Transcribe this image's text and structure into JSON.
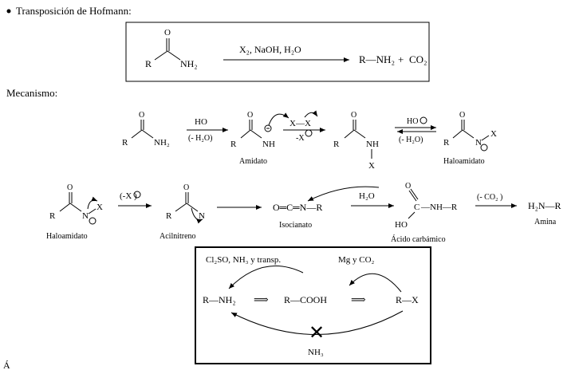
{
  "title": "Transposición de Hofmann:",
  "reaction": {
    "reagents": "X₂, NaOH, H₂O",
    "product_amine": "R—NH₂",
    "plus": "+",
    "product_co2": "CO₂",
    "amide_O": "O",
    "amide_R": "R",
    "amide_NH2": "NH₂"
  },
  "mechanism_label": "Mecanismo:",
  "row1": {
    "s1_O": "O",
    "s1_R": "R",
    "s1_N": "NH₂",
    "step1_top": "HO",
    "step1_bottom": "(- H₂O)",
    "s2_O": "O",
    "s2_R": "R",
    "s2_N": "NH",
    "s2_label": "Amidato",
    "halogen": "X—X",
    "step2_bottom": "-X",
    "s3_O": "O",
    "s3_R": "R",
    "s3_N": "NH",
    "s3_X": "X",
    "step3_top": "HO",
    "step3_bottom": "(- H₂O)",
    "s4_O": "O",
    "s4_R": "R",
    "s4_N": "N",
    "s4_X": "X",
    "s4_label": "Haloamidato"
  },
  "row2": {
    "s5_O": "O",
    "s5_R": "R",
    "s5_N": "N",
    "s5_X": "X",
    "s5_label": "Haloamidato",
    "step5_top": "(-X )",
    "s6_O": "O",
    "s6_R": "R",
    "s6_N": "N",
    "s6_label": "Acilnitreno",
    "s7_formula": "O═C═N—R",
    "s7_label": "Isocianato",
    "step7_top": "H₂O",
    "s8_O": "O",
    "s8_C": "C",
    "s8_rest": "—NH—R",
    "s8_HO": "HO",
    "s8_label": "Ácido carbámico",
    "step8_top": "(- CO₂ )",
    "s9_formula": "H₂N—R",
    "s9_label": "Amina"
  },
  "summary_box": {
    "left_reagent": "Cl₂SO, NH₃ y transp.",
    "right_reagent": "Mg y CO₂",
    "amine": "R—NH₂",
    "acid": "R—COOH",
    "halide": "R—X",
    "bottom_reagent": "NH₃",
    "cross_mark": "✕"
  },
  "footer_fragment": "Á"
}
